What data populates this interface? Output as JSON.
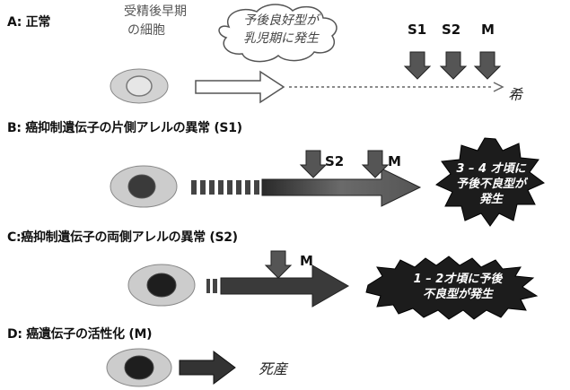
{
  "section_a": {
    "heading": "A: 正常",
    "cell_label_1": "受精後早期",
    "cell_label_2": "の細胞",
    "cloud_line_1": "予後良好型が",
    "cloud_line_2": "乳児期に発生",
    "marker_s1": "S1",
    "marker_s2": "S2",
    "marker_m": "M",
    "outcome": "希"
  },
  "section_b": {
    "heading": "B: 癌抑制遺伝子の片側アレルの異常 (S1)",
    "marker_s2": "S2",
    "marker_m": "M",
    "star_line_1": "3 – 4 才頃に",
    "star_line_2": "予後不良型が",
    "star_line_3": "発生"
  },
  "section_c": {
    "heading": "C:癌抑制遺伝子の両側アレルの異常 (S2)",
    "marker_m": "M",
    "star_line_1": "1 – 2才頃に予後",
    "star_line_2": "不良型が発生"
  },
  "section_d": {
    "heading": "D: 癌遺伝子の活性化 (M)",
    "outcome": "死産"
  },
  "colors": {
    "outer_cell": "#cfcfcf",
    "inner_normal": "#e3e3e3",
    "inner_mid": "#7a7a7a",
    "inner_dark": "#262626",
    "arrow_dark": "#3a3a3a",
    "star_fill": "#1c1c1c"
  }
}
